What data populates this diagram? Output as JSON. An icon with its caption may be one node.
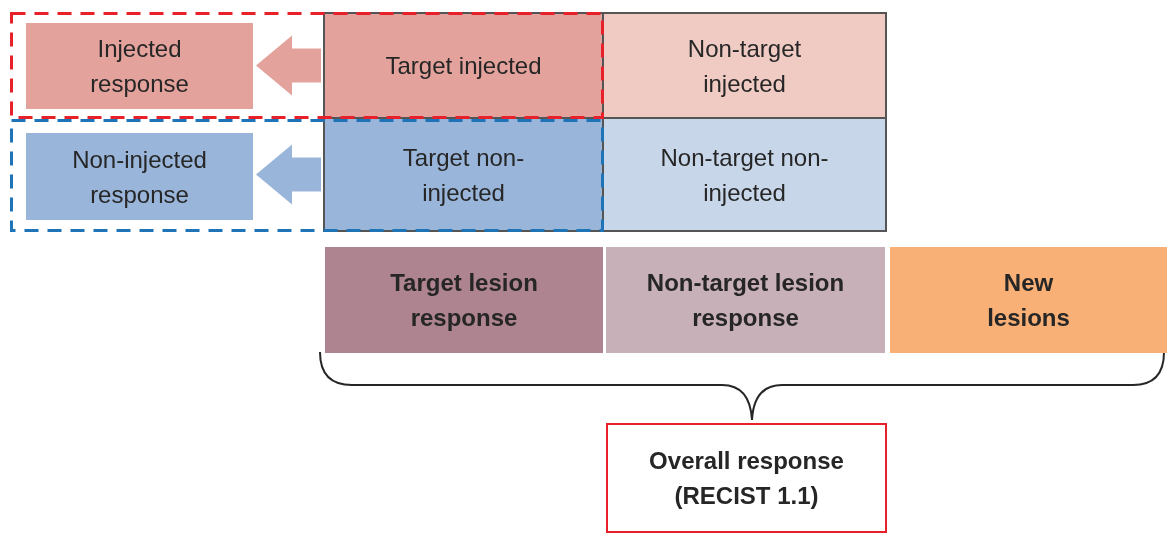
{
  "diagram": {
    "nodes": [
      {
        "text": [],
        "shape": "box"
      },
      {
        "text": [
          "Injected response"
        ],
        "in": 0
      },
      {
        "text": [
          "Target injected"
        ],
        "in": 0
      },
      {
        "text": [
          "Non-target injected"
        ]
      },
      {
        "text": [],
        "shape": "box"
      },
      {
        "text": [
          "Non-injected response"
        ],
        "in": 4
      },
      {
        "text": [
          "Target non-injected"
        ],
        "in": 4
      },
      {
        "text": [
          "Non-target non-injected"
        ]
      },
      {
        "text": [
          "Target lesion response"
        ]
      },
      {
        "text": [
          "Non-target lesion response"
        ]
      },
      {
        "text": [
          "New lesions"
        ]
      },
      {
        "text": [
          "Overall response (RECIST 1.1)"
        ]
      }
    ],
    "edges": [
      {
        "from": 2,
        "to": 1,
        "arrow": "to",
        "style": "thick",
        "color": "#e3a29b"
      },
      {
        "from": 6,
        "to": 5,
        "arrow": "to",
        "style": "thick",
        "color": "#99b5da"
      }
    ]
  }
}
